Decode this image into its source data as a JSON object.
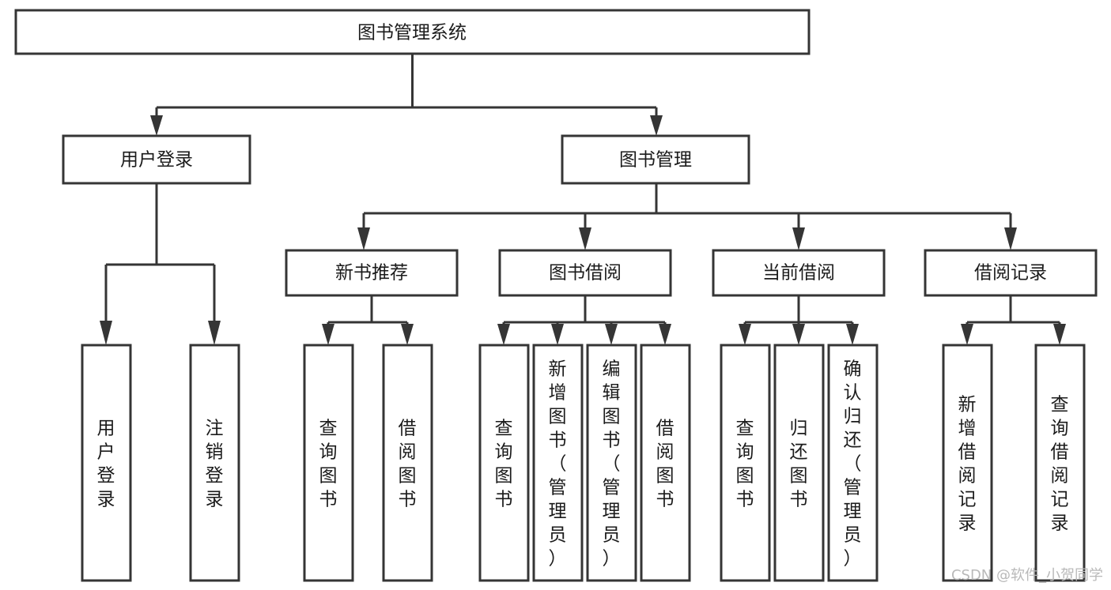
{
  "diagram": {
    "title": "图书管理系统",
    "type": "hierarchy-tree",
    "root": "图书管理系统",
    "colors": {
      "box_stroke": "#353535",
      "box_fill": "#ffffff",
      "text": "#1b1b1b",
      "connector": "#353535",
      "background": "#ffffff",
      "watermark": "#b9b9b9"
    },
    "nodes": {
      "root": {
        "label": "图书管理系统",
        "level": 1
      },
      "user_login": {
        "label": "用户登录",
        "level": 2
      },
      "book_manage": {
        "label": "图书管理",
        "level": 2
      },
      "new_book_rec": {
        "label": "新书推荐",
        "level": 3
      },
      "book_borrow": {
        "label": "图书借阅",
        "level": 3
      },
      "current_borrow": {
        "label": "当前借阅",
        "level": 3
      },
      "borrow_record": {
        "label": "借阅记录",
        "level": 3
      },
      "leaf_user_login": {
        "label": "用户登录",
        "level": 4
      },
      "leaf_logout": {
        "label": "注销登录",
        "level": 4
      },
      "leaf_query_book_1": {
        "label": "查询图书",
        "level": 4
      },
      "leaf_borrow_book_1": {
        "label": "借阅图书",
        "level": 4
      },
      "leaf_query_book_2": {
        "label": "查询图书",
        "level": 4
      },
      "leaf_add_book": {
        "label": "新增图书（管理员）",
        "level": 4
      },
      "leaf_edit_book": {
        "label": "编辑图书（管理员）",
        "level": 4
      },
      "leaf_borrow_book_2": {
        "label": "借阅图书",
        "level": 4
      },
      "leaf_query_book_3": {
        "label": "查询图书",
        "level": 4
      },
      "leaf_return_book": {
        "label": "归还图书",
        "level": 4
      },
      "leaf_confirm_return": {
        "label": "确认归还（管理员）",
        "level": 4
      },
      "leaf_add_record": {
        "label": "新增借阅记录",
        "level": 4
      },
      "leaf_query_record": {
        "label": "查询借阅记录",
        "level": 4
      }
    },
    "edges": [
      {
        "from": "root",
        "to": "user_login"
      },
      {
        "from": "root",
        "to": "book_manage"
      },
      {
        "from": "user_login",
        "to": "leaf_user_login"
      },
      {
        "from": "user_login",
        "to": "leaf_logout"
      },
      {
        "from": "book_manage",
        "to": "new_book_rec"
      },
      {
        "from": "book_manage",
        "to": "book_borrow"
      },
      {
        "from": "book_manage",
        "to": "current_borrow"
      },
      {
        "from": "book_manage",
        "to": "borrow_record"
      },
      {
        "from": "new_book_rec",
        "to": "leaf_query_book_1"
      },
      {
        "from": "new_book_rec",
        "to": "leaf_borrow_book_1"
      },
      {
        "from": "book_borrow",
        "to": "leaf_query_book_2"
      },
      {
        "from": "book_borrow",
        "to": "leaf_add_book"
      },
      {
        "from": "book_borrow",
        "to": "leaf_edit_book"
      },
      {
        "from": "book_borrow",
        "to": "leaf_borrow_book_2"
      },
      {
        "from": "current_borrow",
        "to": "leaf_query_book_3"
      },
      {
        "from": "current_borrow",
        "to": "leaf_return_book"
      },
      {
        "from": "current_borrow",
        "to": "leaf_confirm_return"
      },
      {
        "from": "borrow_record",
        "to": "leaf_add_record"
      },
      {
        "from": "borrow_record",
        "to": "leaf_query_record"
      }
    ],
    "watermark": "CSDN @软件_小贺同学"
  }
}
